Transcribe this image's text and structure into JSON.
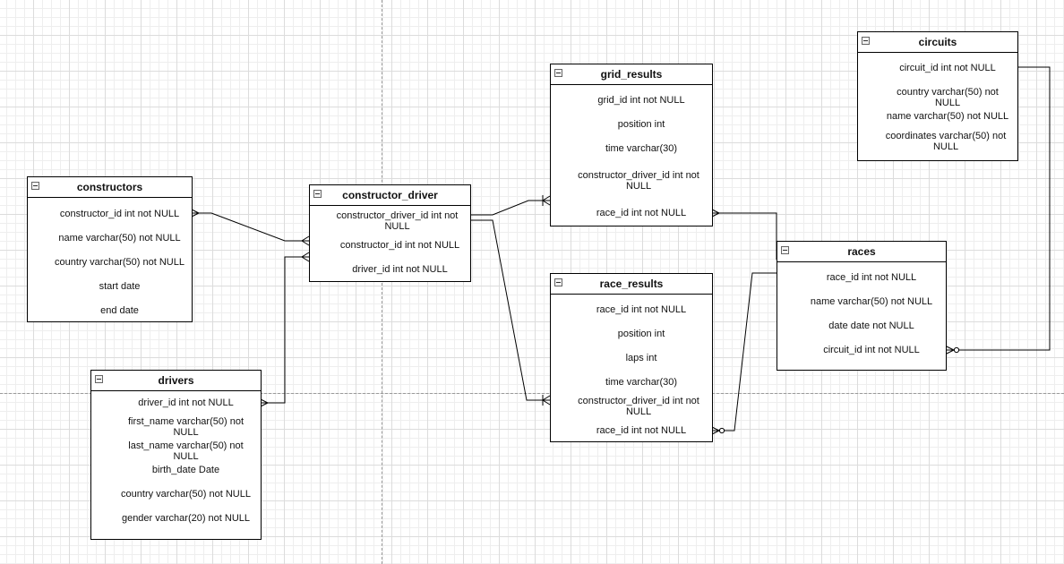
{
  "entities": {
    "circuits": {
      "name": "circuits",
      "attributes": [
        "circuit_id int not NULL",
        "country varchar(50) not NULL",
        "name varchar(50) not NULL",
        "coordinates varchar(50) not NULL"
      ]
    },
    "grid_results": {
      "name": "grid_results",
      "attributes": [
        "grid_id int not NULL",
        "position int",
        "time varchar(30)",
        "constructor_driver_id int not NULL",
        "race_id int not NULL"
      ]
    },
    "constructors": {
      "name": "constructors",
      "attributes": [
        "constructor_id int not NULL",
        "name varchar(50) not NULL",
        "country varchar(50) not NULL",
        "start date",
        "end date"
      ]
    },
    "constructor_driver": {
      "name": "constructor_driver",
      "attributes": [
        "constructor_driver_id int not NULL",
        "constructor_id int not NULL",
        "driver_id int not NULL"
      ]
    },
    "races": {
      "name": "races",
      "attributes": [
        "race_id int not NULL",
        "name varchar(50) not NULL",
        "date date not NULL",
        "circuit_id int not NULL"
      ]
    },
    "race_results": {
      "name": "race_results",
      "attributes": [
        "race_id int not NULL",
        "position int",
        "laps int",
        "time varchar(30)",
        "constructor_driver_id int not NULL",
        "race_id int not NULL"
      ]
    },
    "drivers": {
      "name": "drivers",
      "attributes": [
        "driver_id int not NULL",
        "first_name varchar(50) not NULL",
        "last_name varchar(50) not NULL",
        "birth_date Date",
        "country varchar(50) not NULL",
        "gender varchar(20) not NULL"
      ]
    }
  },
  "relationships": [
    {
      "from": "constructors.constructor_id",
      "to": "constructor_driver.constructor_id",
      "from_end": "many",
      "to_end": "many"
    },
    {
      "from": "drivers.driver_id",
      "to": "constructor_driver.driver_id",
      "from_end": "many",
      "to_end": "many"
    },
    {
      "from": "constructor_driver.constructor_driver_id",
      "to": "grid_results.constructor_driver_id",
      "from_end": "none",
      "to_end": "one-or-many"
    },
    {
      "from": "constructor_driver.constructor_driver_id",
      "to": "race_results.constructor_driver_id",
      "from_end": "none",
      "to_end": "one-or-many"
    },
    {
      "from": "grid_results.race_id",
      "to": "races.race_id",
      "from_end": "many",
      "to_end": "none"
    },
    {
      "from": "race_results.race_id",
      "to": "races.race_id",
      "from_end": "zero-or-many",
      "to_end": "none"
    },
    {
      "from": "circuits.circuit_id",
      "to": "races.circuit_id",
      "from_end": "none",
      "to_end": "zero-or-many"
    }
  ],
  "colors": {
    "line": "#000000",
    "grid": "#dcdcdc",
    "guide": "#9a9a9a"
  }
}
